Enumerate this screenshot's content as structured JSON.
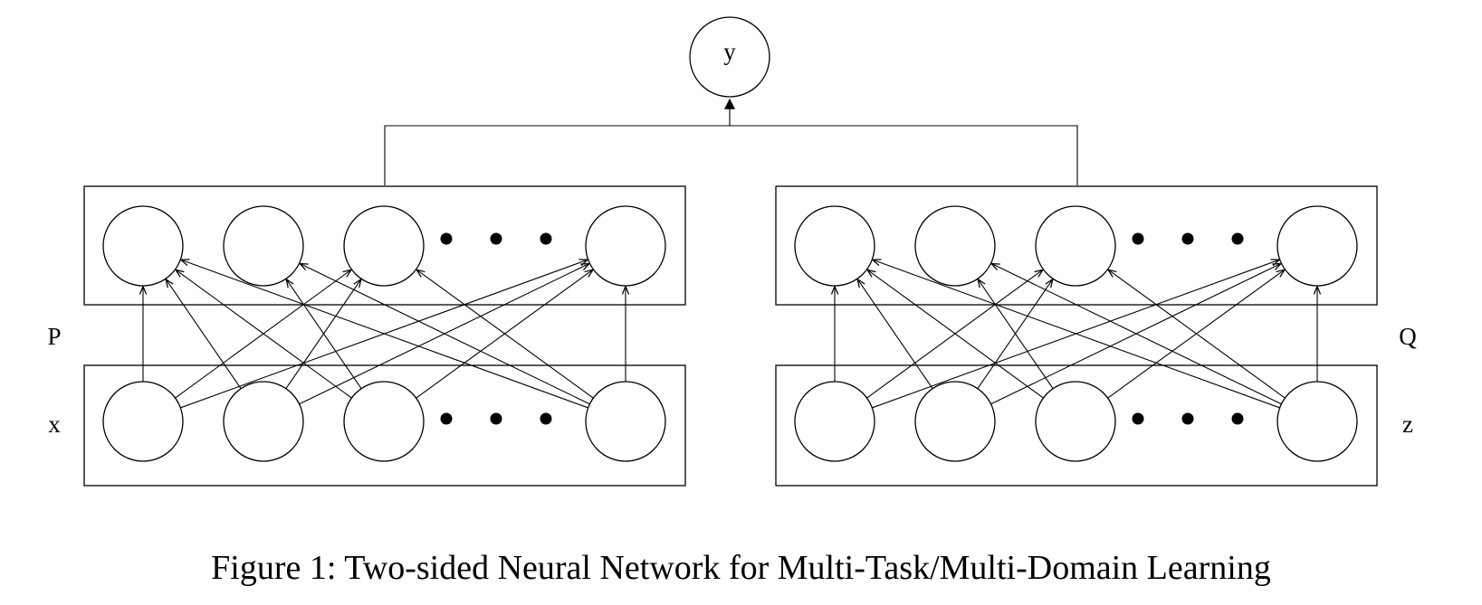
{
  "diagram": {
    "output_node": "y",
    "left": {
      "layer_label": "P",
      "input_label": "x"
    },
    "right": {
      "layer_label": "Q",
      "input_label": "z"
    }
  },
  "caption": "Figure 1: Two-sided Neural Network for Multi-Task/Multi-Domain Learning"
}
